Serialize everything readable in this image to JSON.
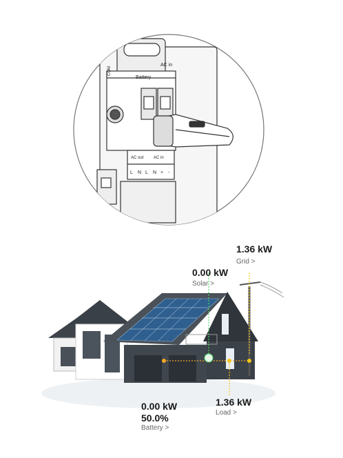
{
  "diagram": {
    "com_label": "COM",
    "battery_label": "Battery",
    "ac_in_label": "AC in",
    "ac_out_label": "AC out",
    "ac_in_label_2": "AC in",
    "terminal_labels": [
      "L",
      "N",
      "L",
      "N",
      "+",
      "-"
    ]
  },
  "energy_flow": {
    "grid": {
      "power": "1.36 kW",
      "label": "Grid >"
    },
    "solar": {
      "power": "0.00 kW",
      "label": "Solar >"
    },
    "battery": {
      "power": "0.00 kW",
      "percent": "50.0%",
      "label": "Battery >"
    },
    "load": {
      "power": "1.36 kW",
      "label": "Load >"
    }
  },
  "colors": {
    "solar_line": "#4cd964",
    "grid_line": "#f5c518",
    "battery_line": "#f5a623"
  }
}
